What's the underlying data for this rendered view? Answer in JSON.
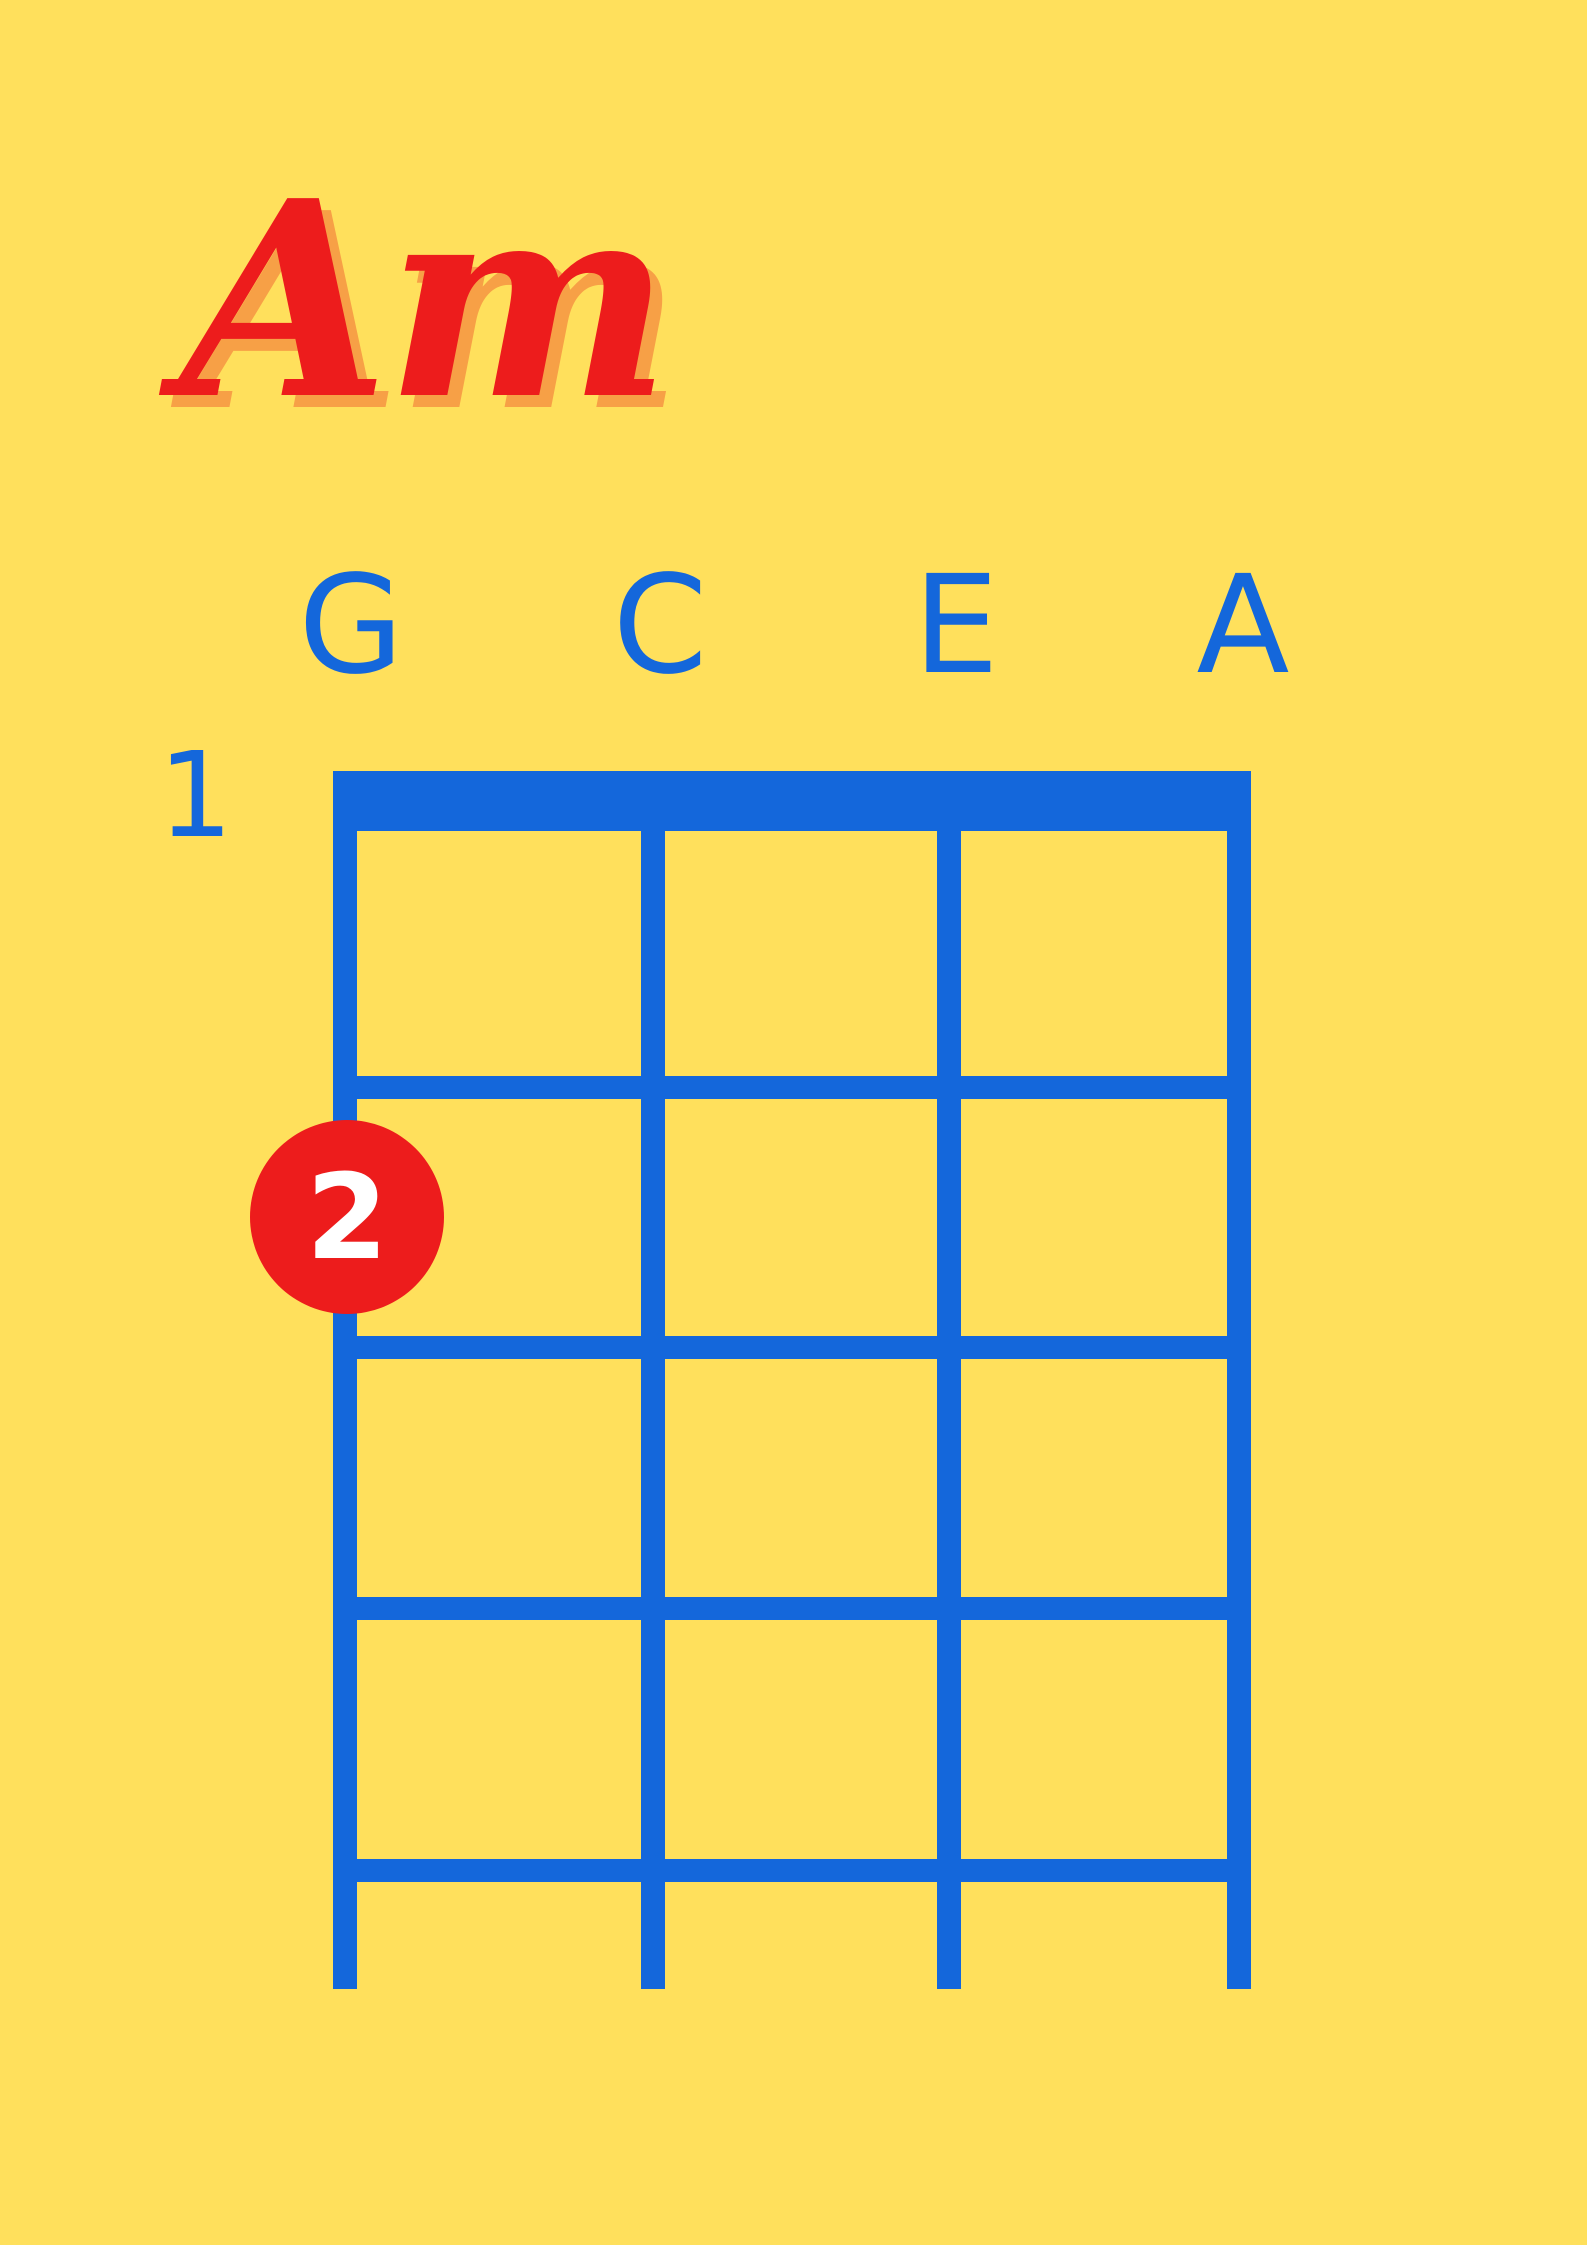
{
  "chord": {
    "name": "Am"
  },
  "strings": [
    "G",
    "C",
    "E",
    "A"
  ],
  "fret_start": "1",
  "finger_positions": [
    {
      "string": "G",
      "fret": 2,
      "finger": "2"
    }
  ],
  "colors": {
    "background": "#FFE05C",
    "grid": "#1467DB",
    "title": "#ED1C1C",
    "title_shadow": "#F7A046",
    "dot": "#ED1C1C",
    "dot_text": "#FFFFFF"
  }
}
